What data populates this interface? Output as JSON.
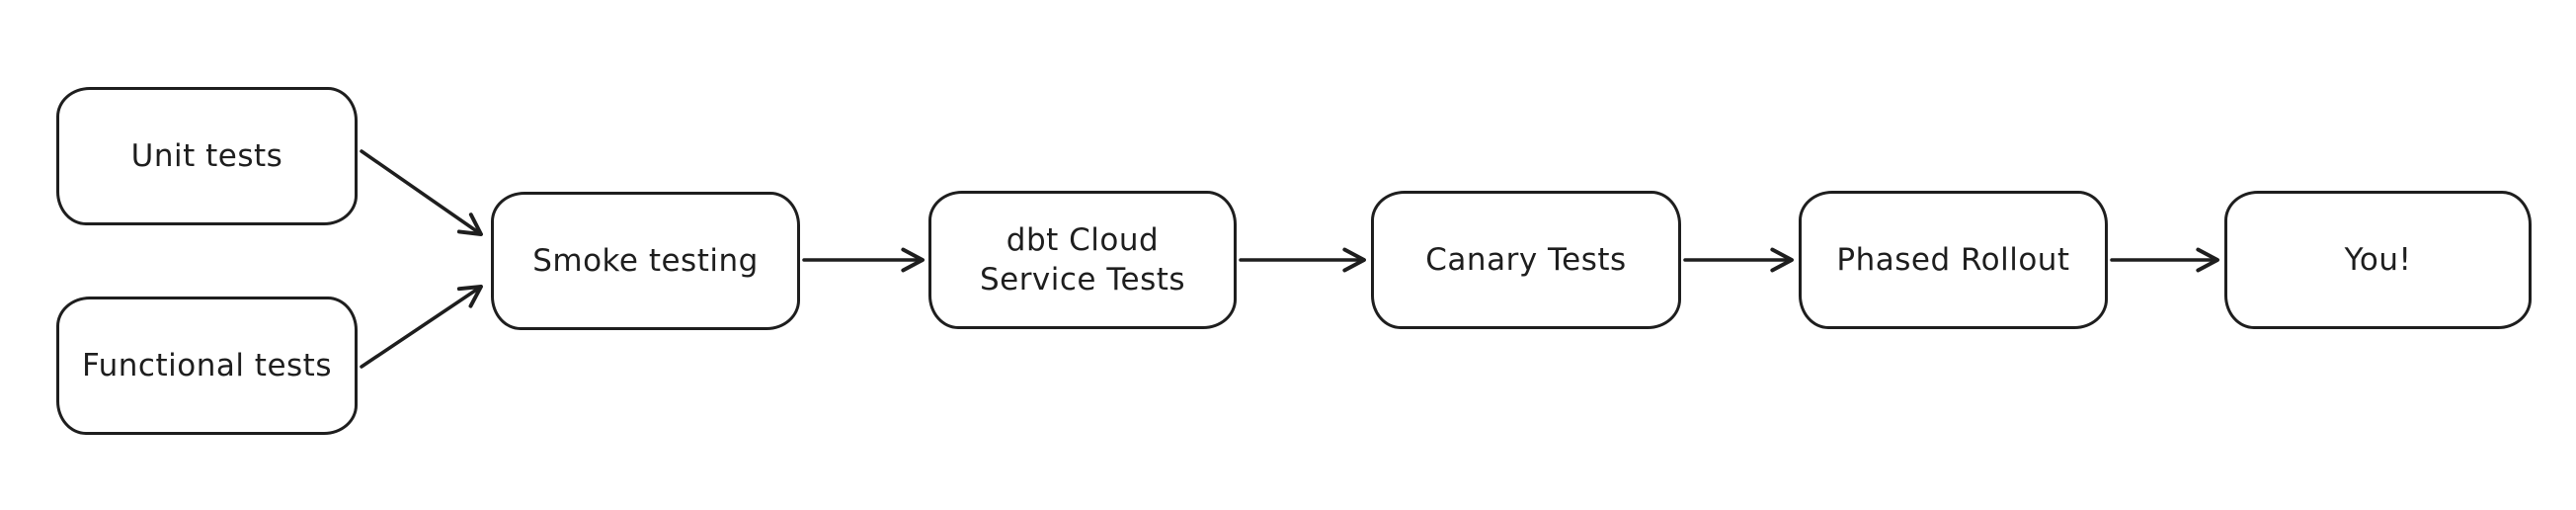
{
  "diagram": {
    "type": "flowchart",
    "direction": "left-to-right",
    "colors": {
      "stroke": "#1e1e1e",
      "fill": "#ffffff",
      "background": "#ffffff"
    },
    "nodes": [
      {
        "id": "unit-tests",
        "label": "Unit tests"
      },
      {
        "id": "functional-tests",
        "label": "Functional tests"
      },
      {
        "id": "smoke-testing",
        "label": "Smoke testing"
      },
      {
        "id": "dbt-cloud-service-tests",
        "label": "dbt Cloud\nService Tests"
      },
      {
        "id": "canary-tests",
        "label": "Canary Tests"
      },
      {
        "id": "phased-rollout",
        "label": "Phased Rollout"
      },
      {
        "id": "you",
        "label": "You!"
      }
    ],
    "edges": [
      {
        "from": "unit-tests",
        "to": "smoke-testing"
      },
      {
        "from": "functional-tests",
        "to": "smoke-testing"
      },
      {
        "from": "smoke-testing",
        "to": "dbt-cloud-service-tests"
      },
      {
        "from": "dbt-cloud-service-tests",
        "to": "canary-tests"
      },
      {
        "from": "canary-tests",
        "to": "phased-rollout"
      },
      {
        "from": "phased-rollout",
        "to": "you"
      }
    ]
  }
}
